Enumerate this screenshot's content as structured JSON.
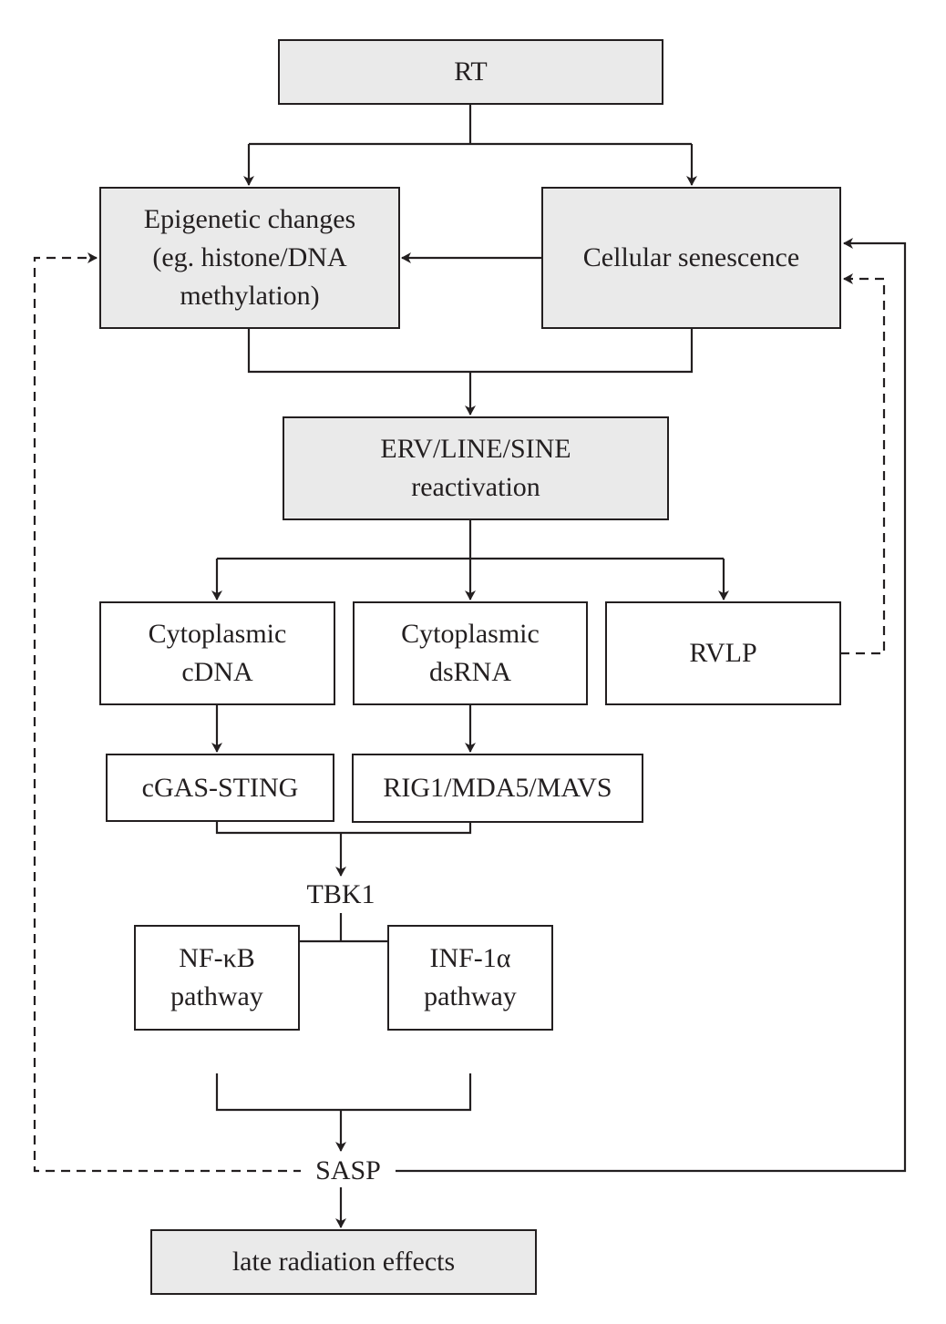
{
  "nodes": {
    "rt": {
      "lines": [
        "RT"
      ]
    },
    "epigenetic": {
      "lines": [
        "Epigenetic changes",
        "(eg. histone/DNA",
        "methylation)"
      ]
    },
    "senescence": {
      "lines": [
        "Cellular senescence"
      ]
    },
    "erv": {
      "lines": [
        "ERV/LINE/SINE",
        "reactivation"
      ]
    },
    "cdna": {
      "lines": [
        "Cytoplasmic",
        "cDNA"
      ]
    },
    "dsrna": {
      "lines": [
        "Cytoplasmic",
        "dsRNA"
      ]
    },
    "rvlp": {
      "lines": [
        "RVLP"
      ]
    },
    "cgas": {
      "lines": [
        "cGAS-STING"
      ]
    },
    "rig": {
      "lines": [
        "RIG1/MDA5/MAVS"
      ]
    },
    "tbk1": {
      "label": "TBK1"
    },
    "nfkb": {
      "lines": [
        "NF-κB",
        "pathway"
      ]
    },
    "inf": {
      "lines": [
        "INF-1α",
        "pathway"
      ]
    },
    "sasp": {
      "label": "SASP"
    },
    "late": {
      "lines": [
        "late radiation effects"
      ]
    }
  },
  "colors": {
    "line": "#231f20",
    "shaded_box": "#eaeaea",
    "plain_box": "#ffffff"
  }
}
